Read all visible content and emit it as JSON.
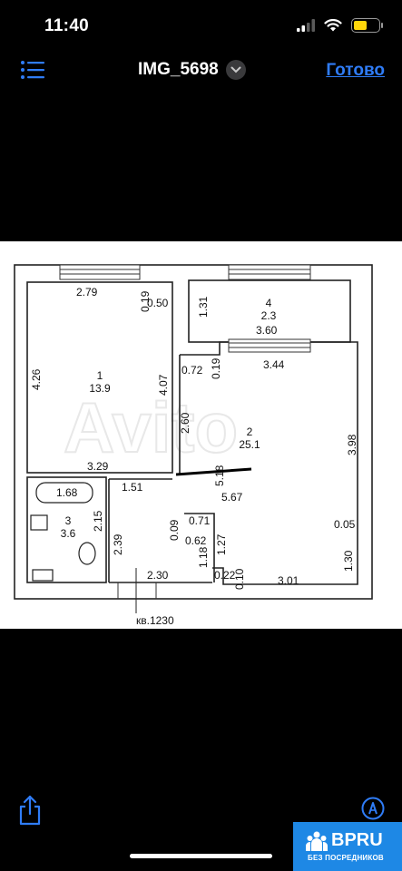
{
  "status": {
    "time": "11:40"
  },
  "nav": {
    "title": "IMG_5698",
    "done_label": "Готово"
  },
  "plan": {
    "dims": {
      "d279": "2.79",
      "d019a": "0.19",
      "d050": "0.50",
      "d131": "1.31",
      "d426": "4.26",
      "d407": "4.07",
      "d072": "0.72",
      "d019b": "0.19",
      "d344": "3.44",
      "d360": "3.60",
      "d260": "2.60",
      "d398": "3.98",
      "d329": "3.29",
      "d168": "1.68",
      "d151": "1.51",
      "d518": "5.18",
      "d567": "5.67",
      "d215": "2.15",
      "d009": "0.09",
      "d071": "0.71",
      "d062": "0.62",
      "d005": "0.05",
      "d239": "2.39",
      "d118": "1.18",
      "d127": "1.27",
      "d130": "1.30",
      "d022": "0.22",
      "d010": "0.10",
      "d301": "3.01",
      "d230": "2.30"
    },
    "rooms": [
      {
        "num": "1",
        "area": "13.9"
      },
      {
        "num": "2",
        "area": "25.1"
      },
      {
        "num": "3",
        "area": "3.6"
      },
      {
        "num": "4",
        "area": "2.3"
      }
    ],
    "apartment": "кв.1230",
    "watermark": "Avito"
  },
  "logo": {
    "brand": "BPRU",
    "tagline": "БЕЗ ПОСРЕДНИКОВ"
  }
}
